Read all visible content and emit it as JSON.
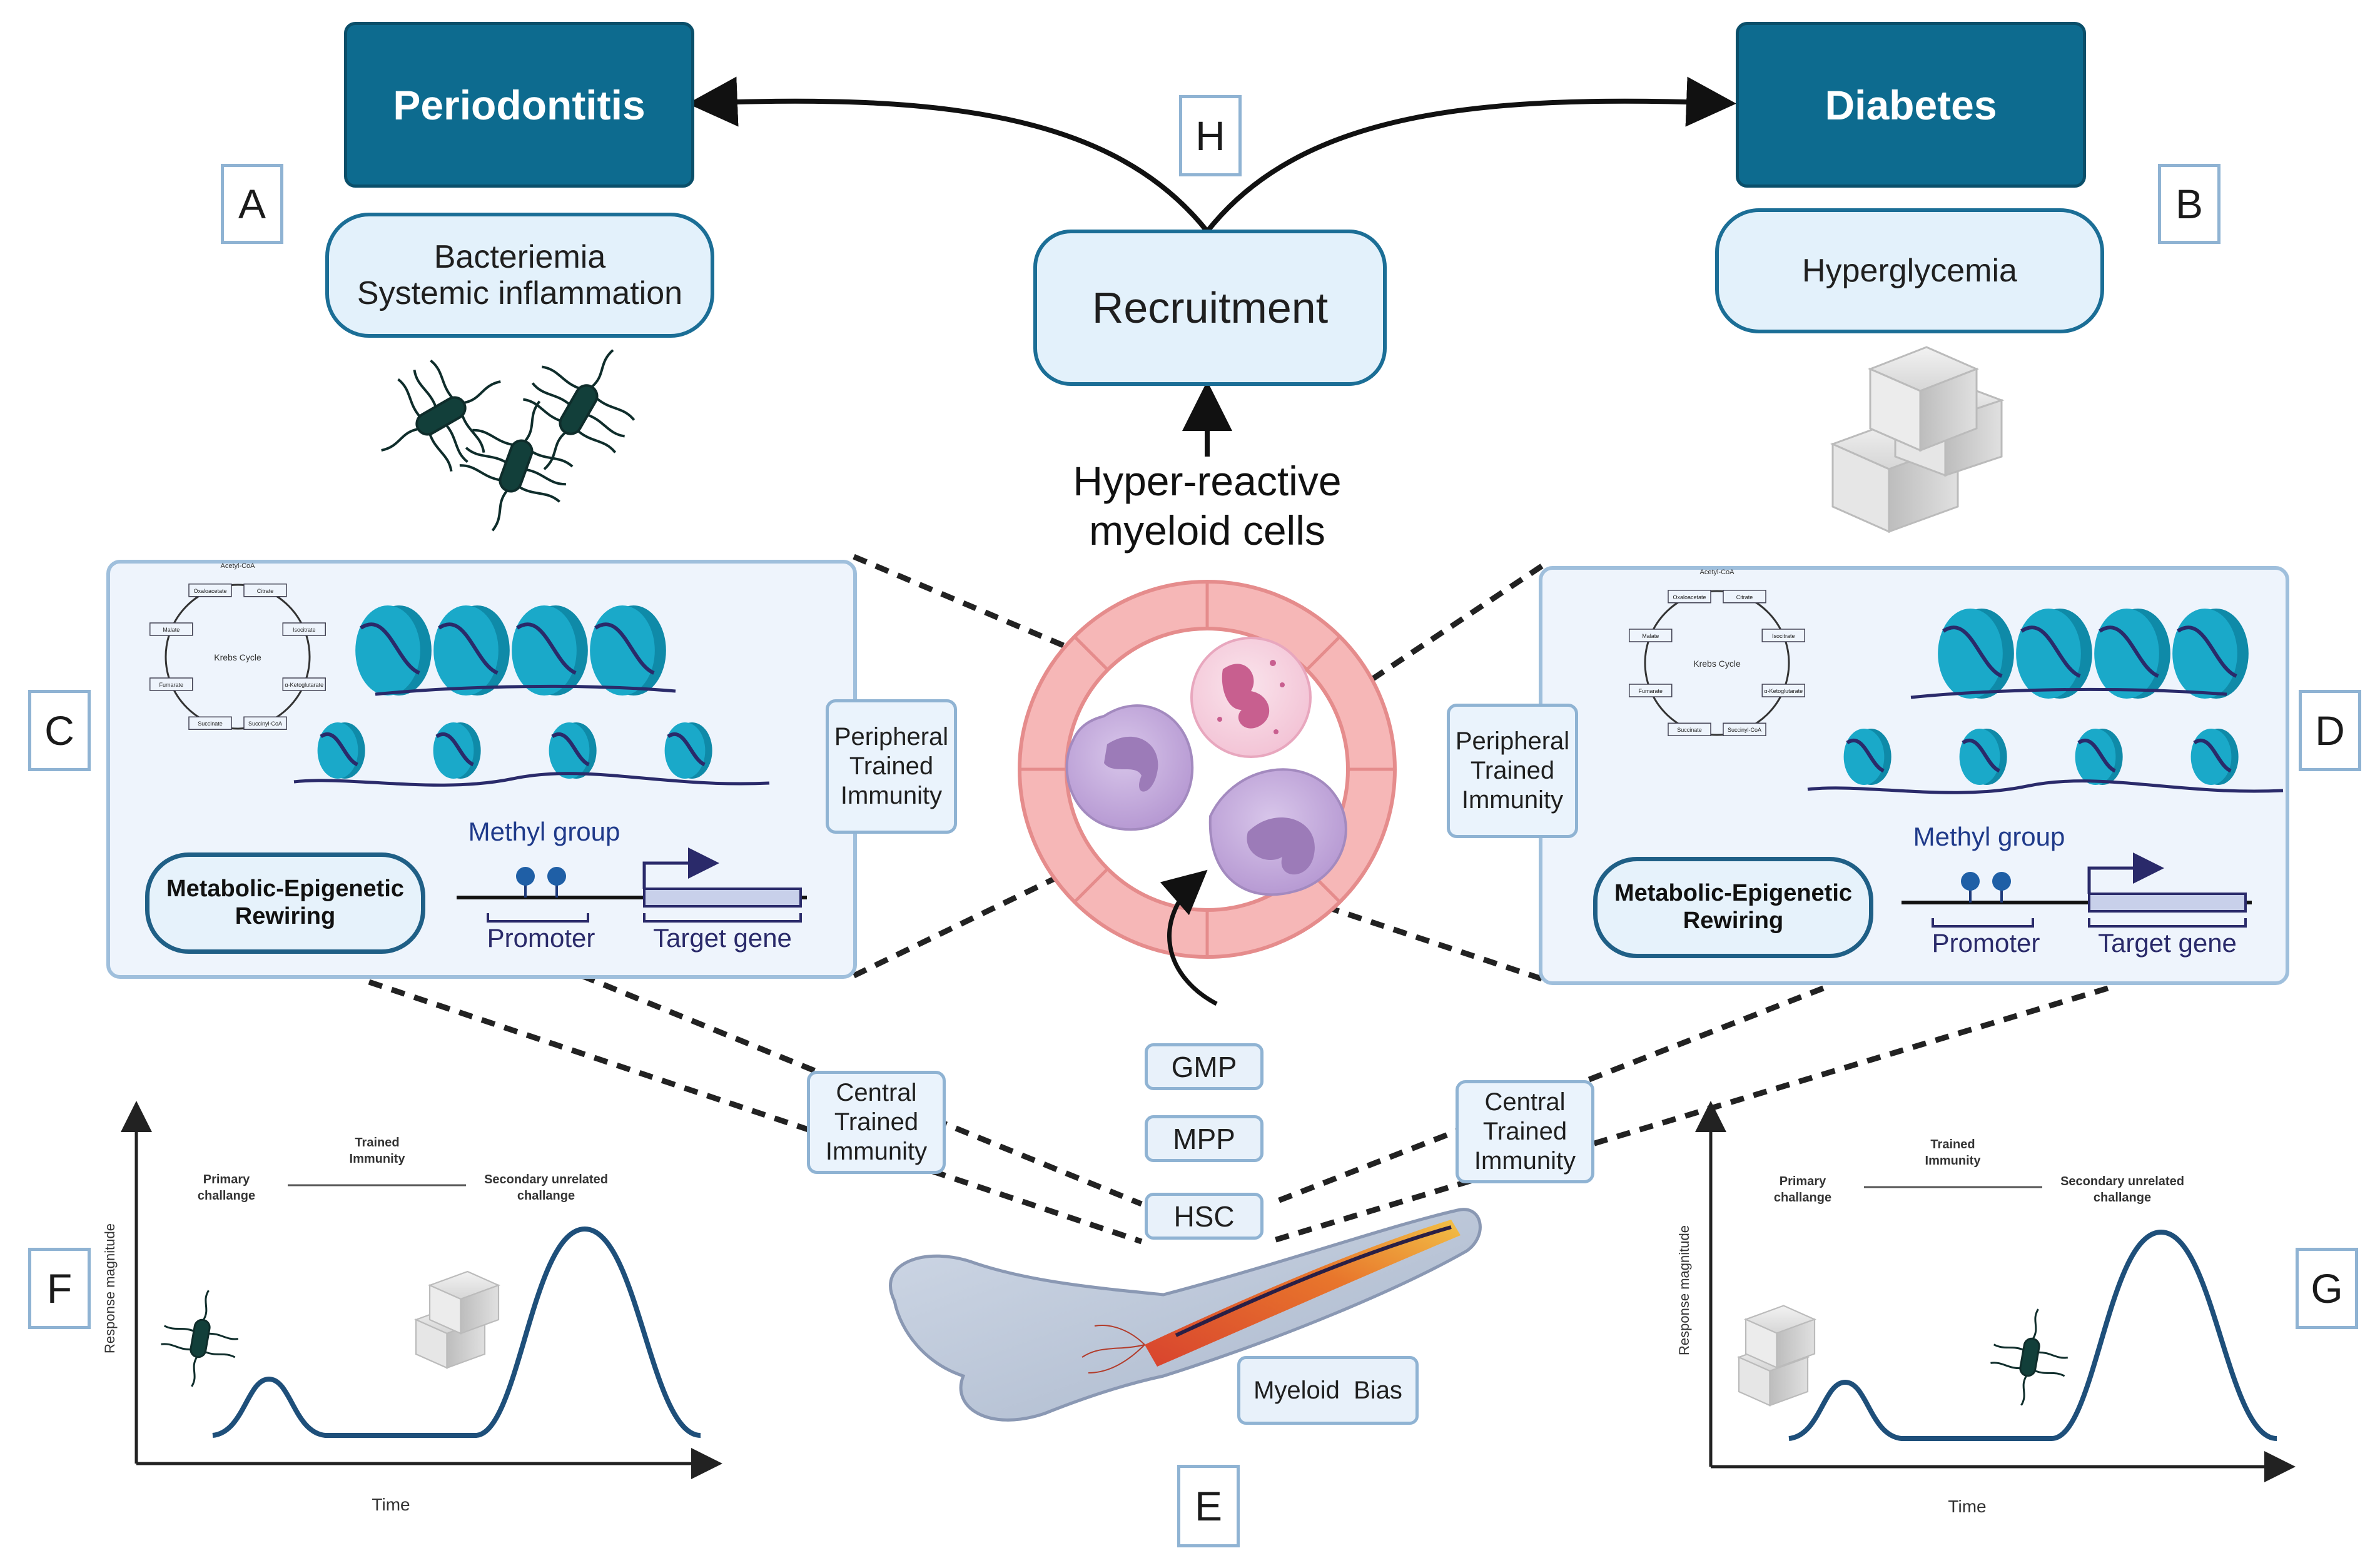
{
  "top": {
    "periodontitis": "Periodontitis",
    "diabetes": "Diabetes",
    "bacteremia_line1": "Bacteriemia",
    "bacteremia_line2": "Systemic inflammation",
    "hyperglycemia": "Hyperglycemia",
    "recruitment": "Recruitment",
    "hyper_line1": "Hyper-reactive",
    "hyper_line2": "myeloid cells"
  },
  "letters": {
    "a": "A",
    "b": "B",
    "c": "C",
    "d": "D",
    "e": "E",
    "f": "F",
    "g": "G",
    "h": "H"
  },
  "panels": {
    "methyl_group": "Methyl group",
    "promoter": "Promoter",
    "target_gene": "Target gene",
    "rewiring_line1": "Metabolic-Epigenetic",
    "rewiring_line2": "Rewiring",
    "krebs_cycle": "Krebs Cycle",
    "krebs_top": "Acetyl-CoA",
    "krebs_steps": [
      "Citrate",
      "Isocitrate",
      "α-Ketoglutarate",
      "Succinyl-CoA",
      "Succinate",
      "Fumarate",
      "Malate",
      "Oxaloacetate"
    ]
  },
  "immunity": {
    "peripheral_line1": "Peripheral",
    "peripheral_line2": "Trained",
    "peripheral_line3": "Immunity",
    "central_line1": "Central",
    "central_line2": "Trained",
    "central_line3": "Immunity"
  },
  "progenitors": {
    "gmp": "GMP",
    "mpp": "MPP",
    "hsc": "HSC"
  },
  "bone": {
    "myeloid_bias": "Myeloid  Bias"
  },
  "graphs": {
    "ylabel": "Response magnitude",
    "xlabel": "Time",
    "primary_line1": "Primary",
    "primary_line2": "challange",
    "trained_line1": "Trained",
    "trained_line2": "Immunity",
    "secondary_line1": "Secondary unrelated",
    "secondary_line2": "challange"
  },
  "colors": {
    "disease_fill": "#0d6b8f",
    "pill_border": "#1b6e96",
    "nucleosome": "#1aa9c9",
    "dna": "#2a2a6a",
    "vessel": "#f4a0a0",
    "cell_purple": "#b89ad0",
    "bacteria": "#123f3a",
    "curve": "#1e4f7a"
  }
}
